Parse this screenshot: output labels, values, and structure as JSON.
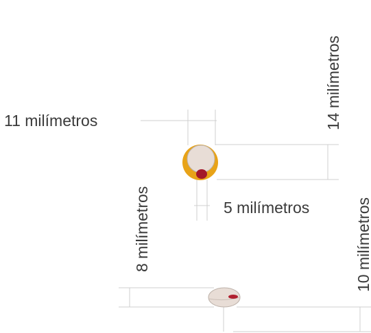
{
  "labels": {
    "width_11": "11 milímetros",
    "height_14": "14 milímetros",
    "width_5": "5 milímetros",
    "height_8": "8 milímetros",
    "height_10": "10 milímetros"
  },
  "colors": {
    "line": "#cfcfcf",
    "text": "#3a3a3a",
    "seed_body": "#e8ddd6",
    "seed_outline": "#bdb2aa",
    "yellow_aril": "#e8a318",
    "red_spot": "#a3172a",
    "red_streak": "#b0202f"
  }
}
